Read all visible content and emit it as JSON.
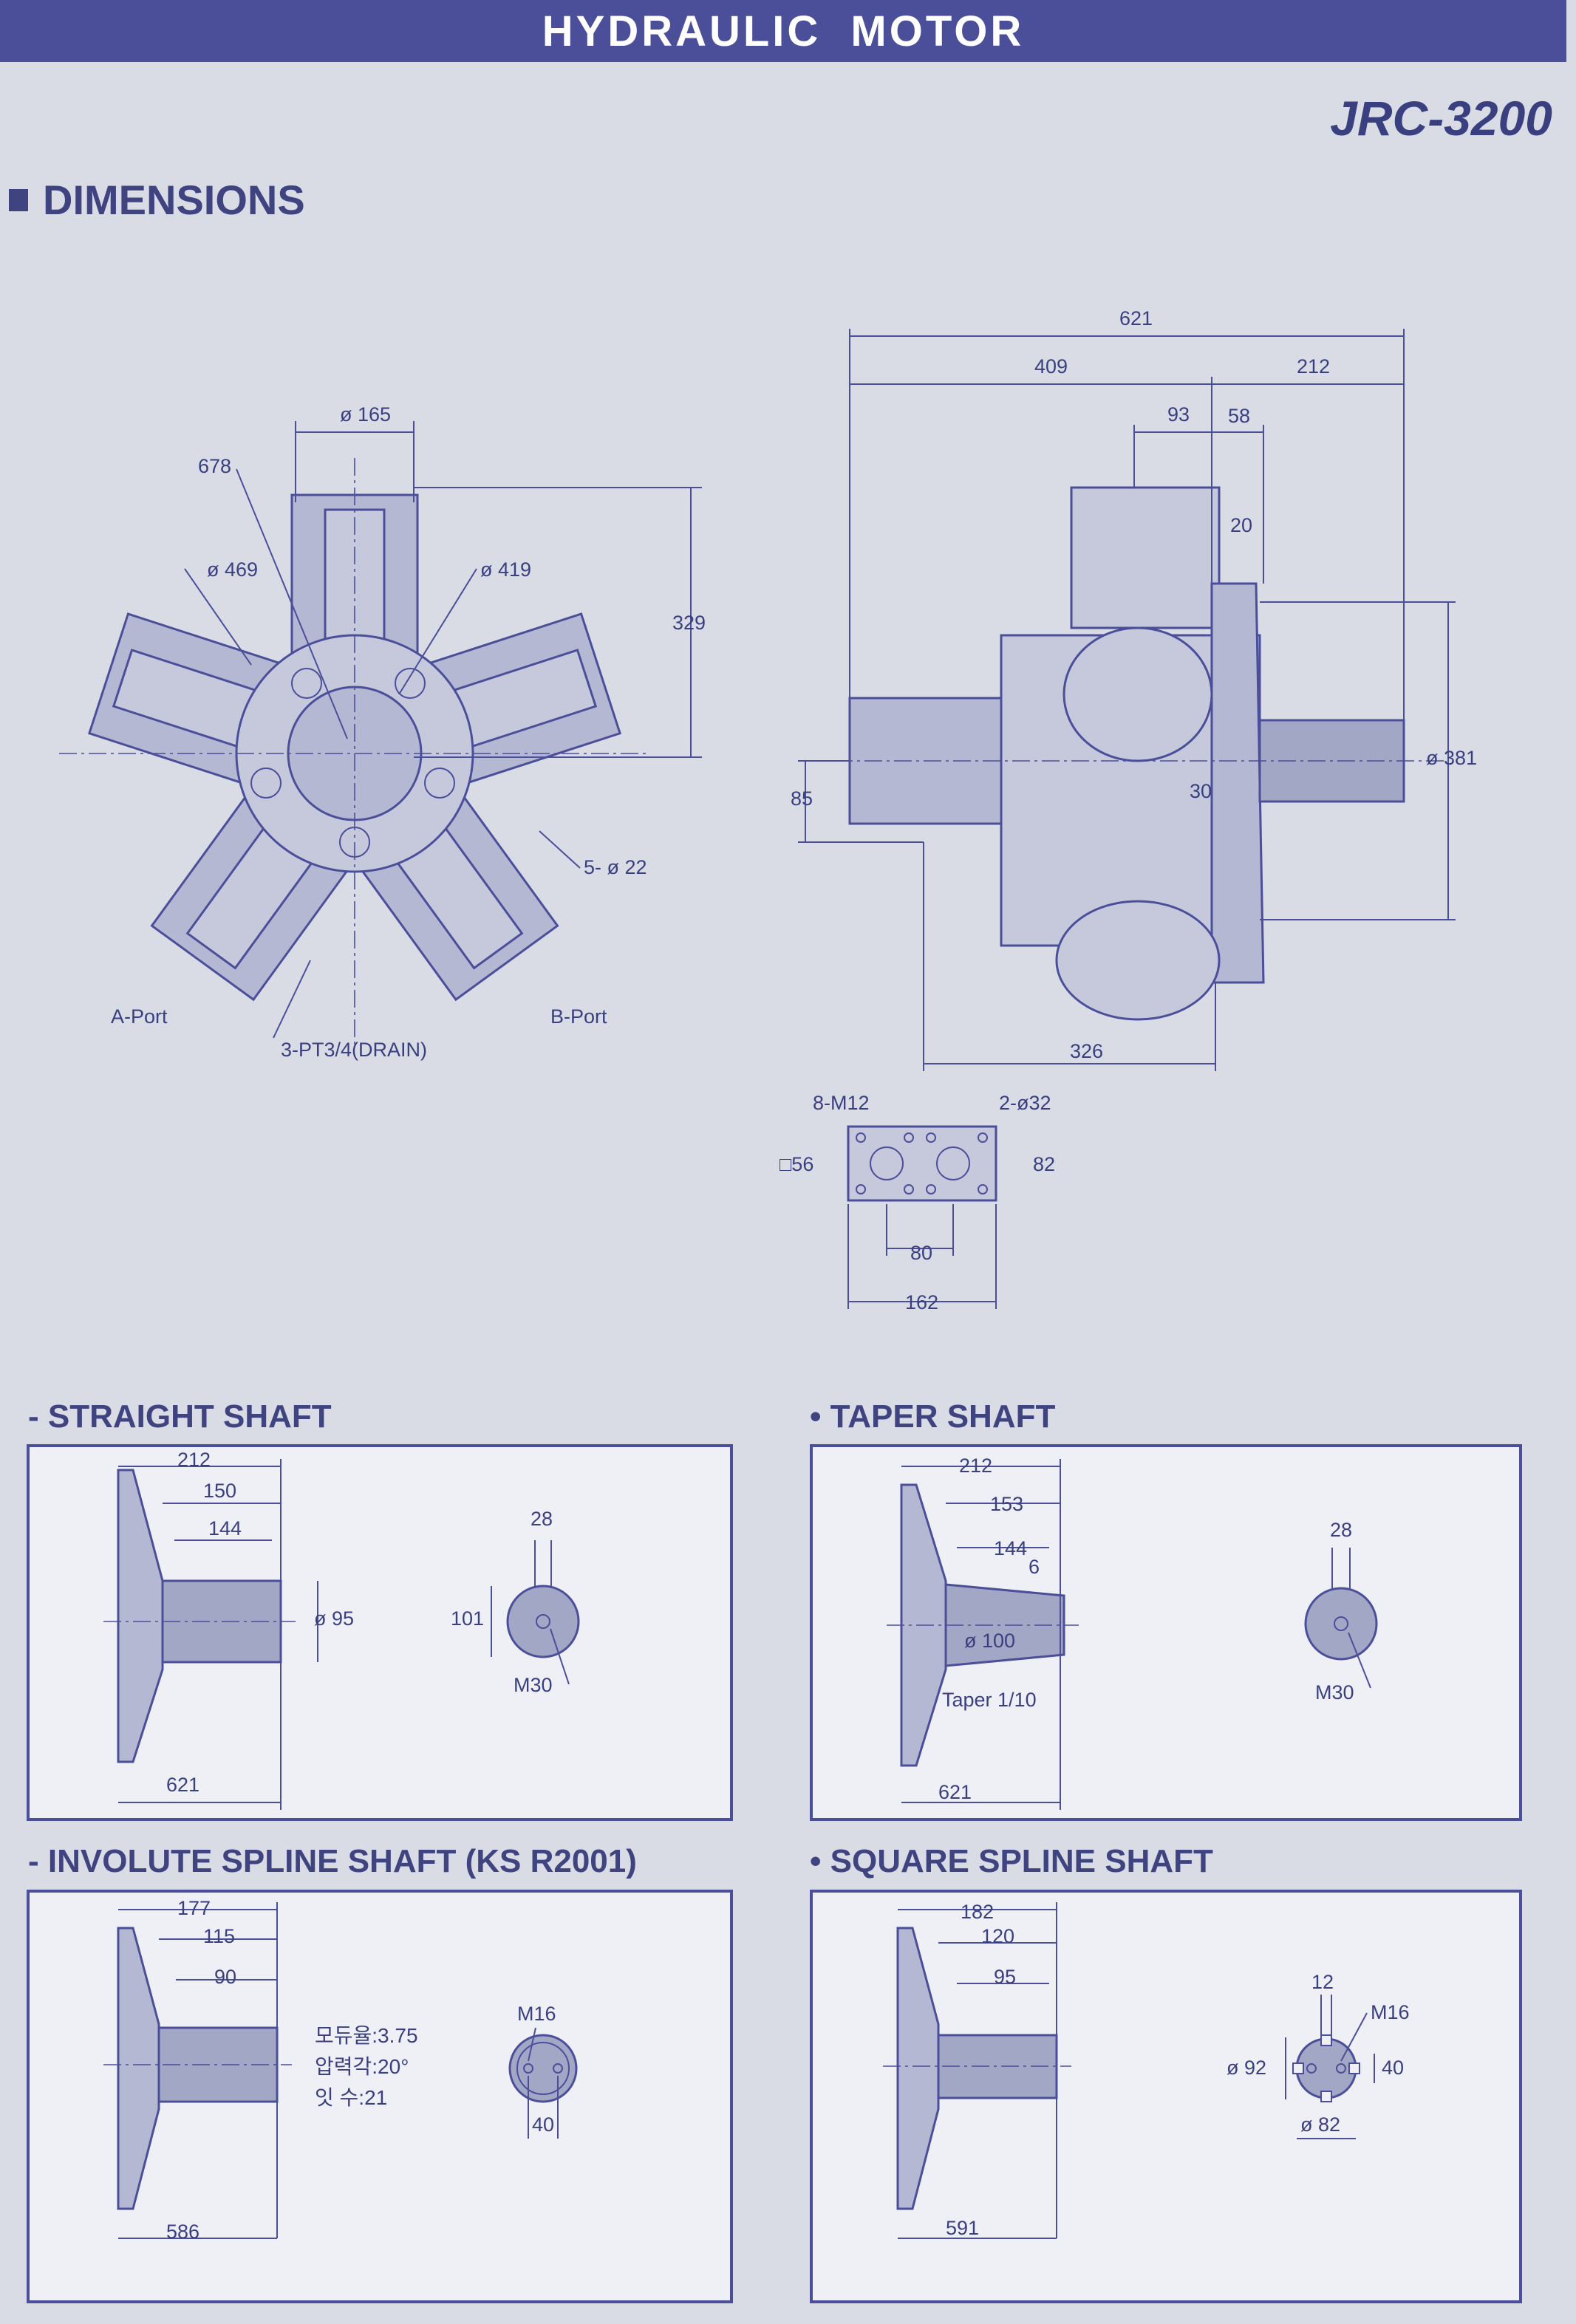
{
  "header": {
    "banner": "HYDRAULIC  MOTOR",
    "model": "JRC-3200"
  },
  "section_title": "DIMENSIONS",
  "front_view": {
    "d165": "ø 165",
    "d678": "678",
    "d469": "ø 469",
    "d419": "ø 419",
    "d329": "329",
    "holes": "5- ø 22",
    "port_a": "A-Port",
    "port_b": "B-Port",
    "drain": "3-PT3/4(DRAIN)"
  },
  "side_view": {
    "d621": "621",
    "d409": "409",
    "d212": "212",
    "d93": "93",
    "d58": "58",
    "d20": "20",
    "d381": "ø 381",
    "d85": "85",
    "d30": "30",
    "d326": "326"
  },
  "port_detail": {
    "bolts": "8-M12",
    "ports": "2-ø32",
    "d56": "□56",
    "d82": "82",
    "d80": "80",
    "d162": "162"
  },
  "straight_shaft": {
    "title": "- STRAIGHT SHAFT",
    "d212": "212",
    "d150": "150",
    "d144": "144",
    "d95": "ø 95",
    "d621": "621",
    "d28": "28",
    "d101": "101",
    "thread": "M30"
  },
  "taper_shaft": {
    "title": "• TAPER SHAFT",
    "d212": "212",
    "d153": "153",
    "d144": "144",
    "d6": "6",
    "d100": "ø 100",
    "taper": "Taper 1/10",
    "d621": "621",
    "d28": "28",
    "thread": "M30"
  },
  "involute_shaft": {
    "title": "- INVOLUTE SPLINE SHAFT (KS R2001)",
    "d177": "177",
    "d115": "115",
    "d90": "90",
    "d586": "586",
    "thread": "M16",
    "d40": "40",
    "module": "모듀율:3.75",
    "pressure_angle": "압력각:20°",
    "teeth": "잇  수:21"
  },
  "square_shaft": {
    "title": "• SQUARE SPLINE SHAFT",
    "d182": "182",
    "d120": "120",
    "d95": "95",
    "d591": "591",
    "d12": "12",
    "thread": "M16",
    "d92": "ø 92",
    "d40": "40",
    "d82": "ø 82"
  }
}
